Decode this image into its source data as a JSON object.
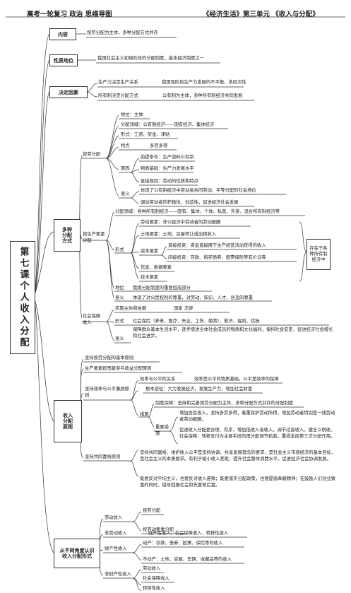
{
  "header": {
    "left": "高考一轮复习  政治  思维导图",
    "right": "《经济生活》第三单元 《收入与分配》"
  },
  "root": "第七课个人收入分配",
  "sections": {
    "content": {
      "label": "内容",
      "text": "按劳分配为主体，多种分配方式并存"
    },
    "nature": {
      "label": "性质地位",
      "text": "我国社会主义初级阶段的分配制度，基本经济制度之一"
    },
    "factors": {
      "label": "决定因素",
      "rows": [
        {
          "a": "生产力决定生产关系",
          "b": "我国现阶段生产力发展的不平衡、多层次性"
        },
        {
          "a": "所有制决定分配方式",
          "b": "公有制为主体，多种所有制经济共同发展"
        }
      ]
    },
    "multi": {
      "label": "多种分配方式",
      "labor": {
        "label": "按劳分配",
        "status": "地位：主体",
        "field": "分配领域：公有制经济——国有经济、集体经济",
        "form": "形式：工资、奖金、津贴",
        "feature_label": "特点",
        "feature": "多劳多得",
        "reason_label": "原因",
        "reasons": [
          "前提条件：生产资料公有制",
          "物质基础：生产力发展水平",
          "直接原因：劳动的性质和特点"
        ],
        "meaning_label": "意义",
        "meanings": [
          "体现了公有制经济中劳动者共同劳动、平等分配的社会地位",
          "调动劳动者的积极性、创造性，促进经济社会发展"
        ]
      },
      "factor": {
        "label": "按生产要素分配",
        "field": "分配领域：各种所有制经济——国有、集体、个体、私营、外资、混合所有制经济等",
        "form_label": "形式",
        "f1": "劳动要素：非公经济中劳动者的劳动报酬",
        "f2": "土地要素：土地、房屋转让或出租收入",
        "f3_label": "资本要素",
        "f3a": "直接投资：资金直接用于生产经营活动获得的收入",
        "f3b": "间接投资：存款、购买债券、股票保险等有价证券",
        "f4": "信息、数据要素",
        "f5": "技术要素",
        "exist": "存在于各种所有制经济中",
        "status_label": "地位",
        "status": "我国分配制度的重要组成部分",
        "meaning_label": "意义",
        "meaning": "体现了对公民权利的尊重，对劳动、知识、人才、创造的尊重"
      },
      "social": {
        "label": "社会保障收入",
        "subject": "实施主体和依据",
        "subject_val": "国家  法律",
        "form_label": "形式",
        "form": "社会保险（养老、医疗、失业、工伤、婚育）、救济、福利、优抚",
        "meaning_label": "意义",
        "meaning": "保障群众基本生活水平，逐步增进全体社会成员的物质和文化福利，保持社会安定，促进经济社会增长和社会进步。"
      }
    },
    "principles": {
      "label": "收入分配原则",
      "p1": "坚持按劳分配的基本原则",
      "p2": "生产要素按贡献参与收益分配原则",
      "p3": "坚持效率与公平兼顾原则",
      "eff_label": "效率与公平的关系",
      "eff": "效率是公平的物质基础，公平是效率的保障",
      "path": "根本途径：大力发展经济，发展生产力，增加社会财富",
      "meas_label": "措施",
      "sys": "制度保障：坚持和完善按劳分配为主体，多种分配方式并存的分配制度",
      "imp_label": "重要措施",
      "imp1": "增加居民收入，坚持多劳多得，着重保护劳动所得，增加劳动者特别是一线劳动者劳动报酬。",
      "imp2": "促进收入分配更合理、有序，增加低收入者收入，调节过高收入，健全以税收、社会保障、转移支付为主要手段的再分配调节机制，重视发挥第三次分配作用。",
      "p4": "坚持共同富裕原则",
      "cp1": "坚持共同富裕、维护收入公平是坚持协调、共享发展理念的要求，是社会主义市场经济的基本目标，是社会主义的本质要求。有利于缩小收入差距，提升社会整体消费水平，促进经济社会协调发展。",
      "cp2": "既要反对平均主义，也要反对收入悬殊；既要落实分配政策，也要提倡奉献精神；在鼓励人们创业致富的同时，倡导回报社会和先富帮后富。"
    },
    "angles": {
      "label": "从不同角度认识收入分配形式",
      "labor_label": "劳动收入",
      "labor": [
        "按劳分配",
        "按劳动要素分配"
      ],
      "nonlabor_label": "非劳动收入",
      "nonlabor": "财产性收入、社会保障收入、转移性收入",
      "property_label": "财产性收入",
      "prop1": "动产：存款、债券、股票、保险等的收入",
      "prop2": "不动产：土地、房屋、车辆、收藏品等的收入",
      "nonprop_label": "非财产性收入",
      "nonprop": [
        "劳动收入",
        "社会保障收入",
        "转移性收入"
      ]
    }
  }
}
